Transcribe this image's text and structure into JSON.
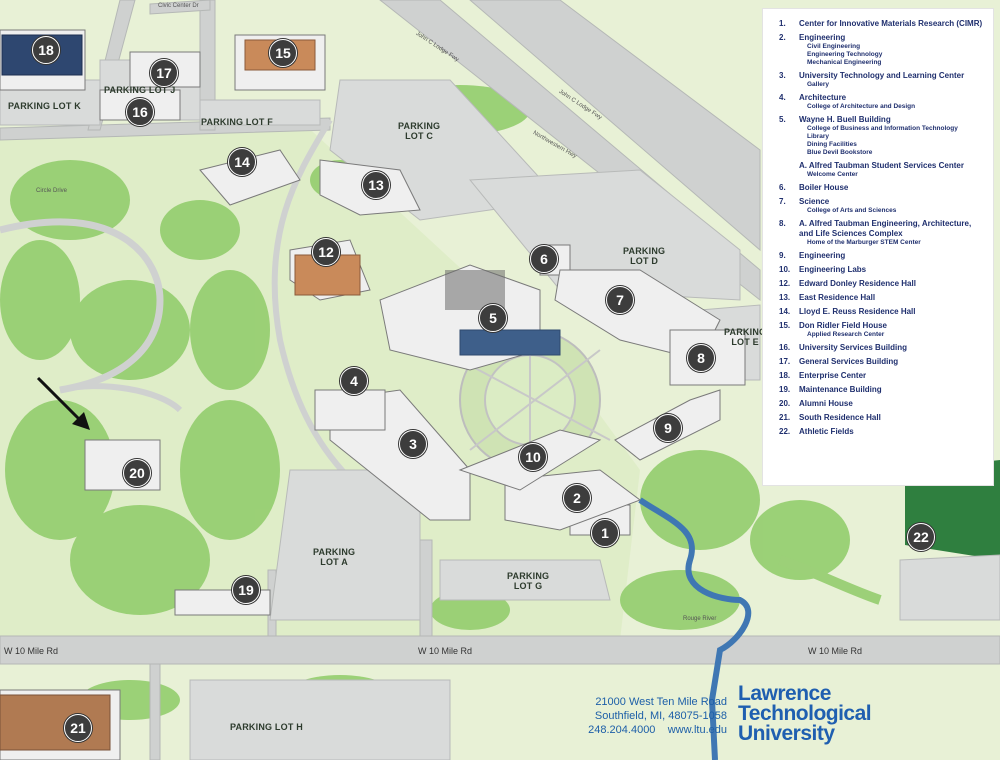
{
  "map": {
    "markers": [
      "1",
      "2",
      "3",
      "4",
      "5",
      "6",
      "7",
      "8",
      "9",
      "10",
      "12",
      "13",
      "14",
      "15",
      "16",
      "17",
      "18",
      "19",
      "20",
      "21",
      "22"
    ],
    "parking_lots": {
      "k": "PARKING LOT K",
      "j": "PARKING LOT J",
      "f": "PARKING LOT F",
      "c": [
        "PARKING",
        "LOT C"
      ],
      "d": [
        "PARKING",
        "LOT D"
      ],
      "e": [
        "PARKING",
        "LOT E"
      ],
      "a": [
        "PARKING",
        "LOT A"
      ],
      "g": [
        "PARKING",
        "LOT G"
      ],
      "h": "PARKING LOT H"
    },
    "roads": {
      "w10_left": "W 10 Mile Rd",
      "w10_mid": "W 10 Mile Rd",
      "w10_right": "W 10 Mile Rd",
      "lodge_fwy_1": "John C Lodge Fwy",
      "lodge_fwy_2": "John C Lodge Fwy",
      "northwestern_hwy": "Northwestern Hwy",
      "circle_drive": "Circle Drive",
      "civic_center_dr": "Civic Center Dr",
      "rouge_river": "Rouge River"
    }
  },
  "legend": [
    {
      "num": "1.",
      "name": "Center for Innovative Materials Research (CIMR)",
      "sub": []
    },
    {
      "num": "2.",
      "name": "Engineering",
      "sub": [
        "Civil Engineering",
        "Engineering Technology",
        "Mechanical Engineering"
      ]
    },
    {
      "num": "3.",
      "name": "University Technology and Learning Center",
      "sub": [
        "Gallery"
      ]
    },
    {
      "num": "4.",
      "name": "Architecture",
      "sub": [
        "College of Architecture and Design"
      ]
    },
    {
      "num": "5.",
      "name": "Wayne H. Buell Building",
      "sub": [
        "College of Business and Information Technology",
        "Library",
        "Dining Facilities",
        "Blue Devil Bookstore"
      ]
    },
    {
      "num": "",
      "name": "A. Alfred Taubman Student Services Center",
      "sub": [
        "Welcome Center"
      ]
    },
    {
      "num": "6.",
      "name": "Boiler House",
      "sub": []
    },
    {
      "num": "7.",
      "name": "Science",
      "sub": [
        "College of Arts and Sciences"
      ]
    },
    {
      "num": "8.",
      "name": "A. Alfred Taubman Engineering, Architecture, and Life Sciences Complex",
      "sub": [
        "Home of the Marburger STEM Center"
      ]
    },
    {
      "num": "9.",
      "name": "Engineering",
      "sub": []
    },
    {
      "num": "10.",
      "name": "Engineering Labs",
      "sub": []
    },
    {
      "num": "12.",
      "name": "Edward Donley Residence Hall",
      "sub": []
    },
    {
      "num": "13.",
      "name": "East Residence Hall",
      "sub": []
    },
    {
      "num": "14.",
      "name": "Lloyd E. Reuss Residence Hall",
      "sub": []
    },
    {
      "num": "15.",
      "name": "Don Ridler Field House",
      "sub": [
        "Applied Research Center"
      ]
    },
    {
      "num": "16.",
      "name": "University Services Building",
      "sub": []
    },
    {
      "num": "17.",
      "name": "General Services Building",
      "sub": []
    },
    {
      "num": "18.",
      "name": "Enterprise Center",
      "sub": []
    },
    {
      "num": "19.",
      "name": "Maintenance Building",
      "sub": []
    },
    {
      "num": "20.",
      "name": "Alumni House",
      "sub": []
    },
    {
      "num": "21.",
      "name": "South Residence Hall",
      "sub": []
    },
    {
      "num": "22.",
      "name": "Athletic Fields",
      "sub": []
    }
  ],
  "address": {
    "street": "21000 West Ten Mile Road",
    "city": "Southfield, MI, 48075-1058",
    "phone": "248.204.4000",
    "web": "www.ltu.edu"
  },
  "logo": {
    "line1": "Lawrence",
    "line2": "Technological",
    "line3": "University"
  },
  "colors": {
    "grass": "#e4efcf",
    "trees": "#93cf6b",
    "roads": "#cfd1d0",
    "buildings": "#efefef",
    "athletic_field": "#2f7f3f",
    "river": "#3f77b3",
    "legend_text": "#1f2f6e",
    "brand_blue": "#1f5fb0",
    "marker": "#3d3d3d"
  }
}
